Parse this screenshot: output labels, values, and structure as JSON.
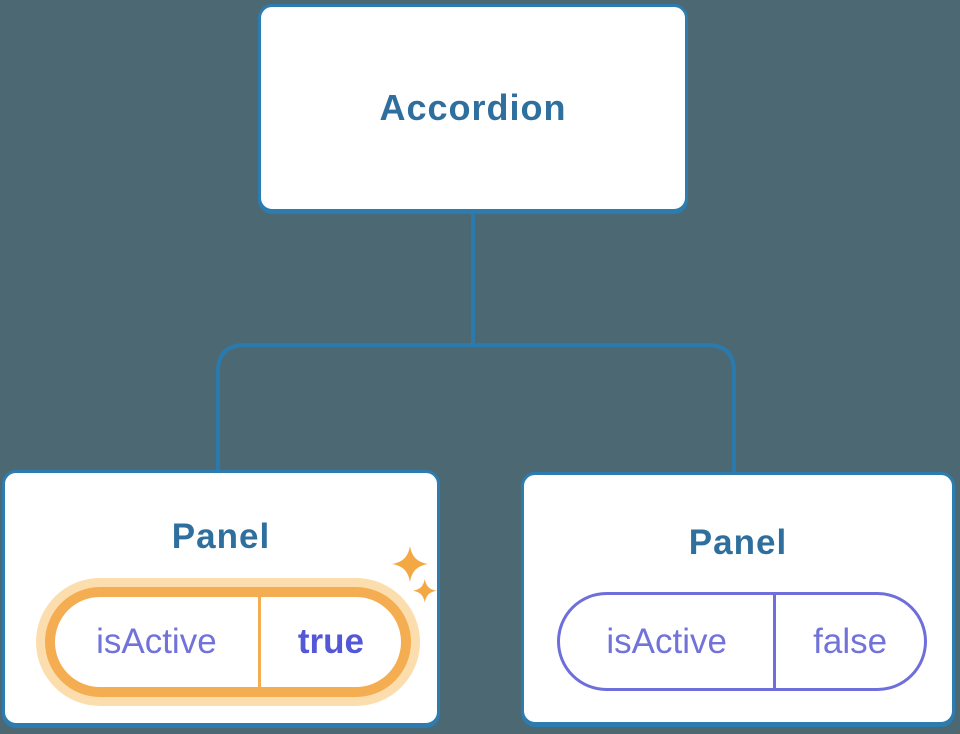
{
  "colors": {
    "bg": "#4C6872",
    "line": "#2B7AAE",
    "card-border": "#2D7CB0",
    "card-bg": "#FFFFFF",
    "title": "#2F6F9E",
    "purple": "#7173DB",
    "purple-strong": "#5457D6",
    "purple-border": "#6E6FDA",
    "orange": "#F5AD52",
    "orange-glow": "#FCDEAE",
    "sparkle": "#F4A843"
  },
  "tree": {
    "root": {
      "label": "Accordion"
    },
    "children": [
      {
        "label": "Panel",
        "highlighted": true,
        "state": {
          "key": "isActive",
          "value": "true"
        }
      },
      {
        "label": "Panel",
        "highlighted": false,
        "state": {
          "key": "isActive",
          "value": "false"
        }
      }
    ]
  }
}
